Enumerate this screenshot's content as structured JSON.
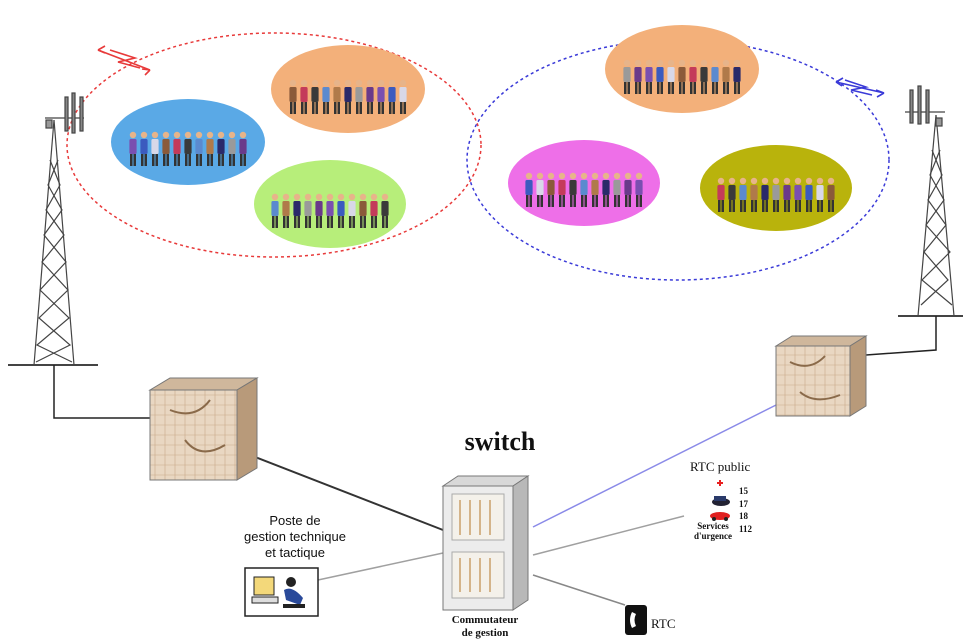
{
  "title": "switch",
  "labels": {
    "poste_line1": "Poste de",
    "poste_line2": "gestion technique",
    "poste_line3": "et tactique",
    "commutateur_line1": "Commutateur",
    "commutateur_line2": "de gestion",
    "rtc_public": "RTC public",
    "rtc": "RTC",
    "services_line1": "Services",
    "services_line2": "d'urgence"
  },
  "emergency_numbers": [
    "15",
    "17",
    "18",
    "112"
  ],
  "colors": {
    "left_cell": "#e83a3a",
    "right_cell": "#3a3ad8",
    "group_blue": "#5aa9e6",
    "group_orange": "#f3b07a",
    "group_green": "#b7ee7a",
    "group_magenta": "#ee6fe8",
    "group_olive": "#b9b30c",
    "link_dark": "#333333",
    "link_blue": "#8a8ae8",
    "link_grey": "#a0a0a0"
  },
  "groups": [
    {
      "name": "blue-group",
      "color_key": "group_blue"
    },
    {
      "name": "orange-group-left",
      "color_key": "group_orange"
    },
    {
      "name": "green-group",
      "color_key": "group_green"
    },
    {
      "name": "orange-group-right",
      "color_key": "group_orange"
    },
    {
      "name": "magenta-group",
      "color_key": "group_magenta"
    },
    {
      "name": "olive-group",
      "color_key": "group_olive"
    }
  ]
}
